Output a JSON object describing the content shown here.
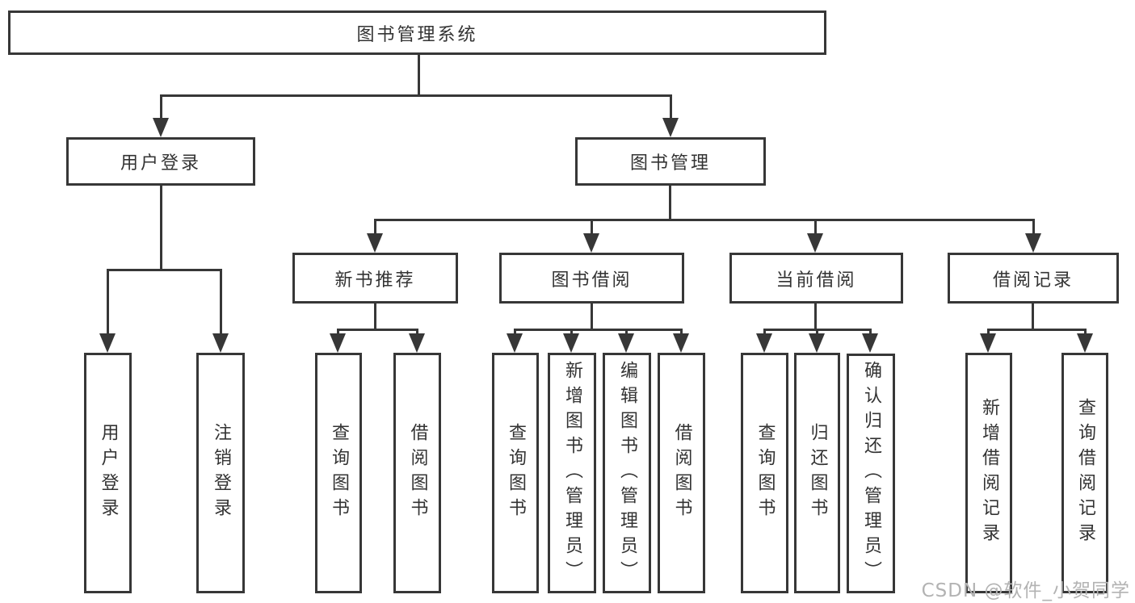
{
  "colors": {
    "line": "#373737",
    "text": "#333333",
    "background": "#ffffff",
    "watermark": "#b3b3b3"
  },
  "watermark": {
    "text": "CSDN @软件_小贺同学"
  },
  "tree": {
    "label": "图书管理系统",
    "children": [
      {
        "label": "用户登录",
        "children": [
          {
            "label": "用户登录"
          },
          {
            "label": "注销登录"
          }
        ]
      },
      {
        "label": "图书管理",
        "children": [
          {
            "label": "新书推荐",
            "children": [
              {
                "label": "查询图书"
              },
              {
                "label": "借阅图书"
              }
            ]
          },
          {
            "label": "图书借阅",
            "children": [
              {
                "label": "查询图书"
              },
              {
                "label": "新增图书（管理员）"
              },
              {
                "label": "编辑图书（管理员）"
              },
              {
                "label": "借阅图书"
              }
            ]
          },
          {
            "label": "当前借阅",
            "children": [
              {
                "label": "查询图书"
              },
              {
                "label": "归还图书"
              },
              {
                "label": "确认归还（管理员）"
              }
            ]
          },
          {
            "label": "借阅记录",
            "children": [
              {
                "label": "新增借阅记录"
              },
              {
                "label": "查询借阅记录"
              }
            ]
          }
        ]
      }
    ]
  }
}
